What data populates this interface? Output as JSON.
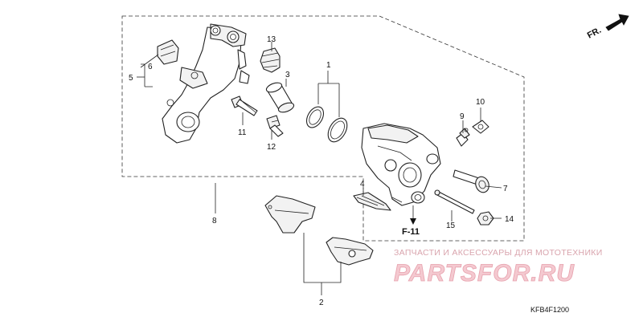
{
  "direction_label": "FR.",
  "section_ref": "F-11",
  "diagram_code": "KFB4F1200",
  "watermark": {
    "tagline": "ЗАПЧАСТИ И АКСЕССУАРЫ ДЛЯ МОТОТЕХНИКИ",
    "brand": "PARTSFOR.RU"
  },
  "callouts": {
    "c1": "1",
    "c2": "2",
    "c3": "3",
    "c4": "4",
    "c5": "5",
    "c6": "6",
    "c7": "7",
    "c8": "8",
    "c9": "9",
    "c10": "10",
    "c11": "11",
    "c12": "12",
    "c13": "13",
    "c14": "14",
    "c15": "15"
  }
}
